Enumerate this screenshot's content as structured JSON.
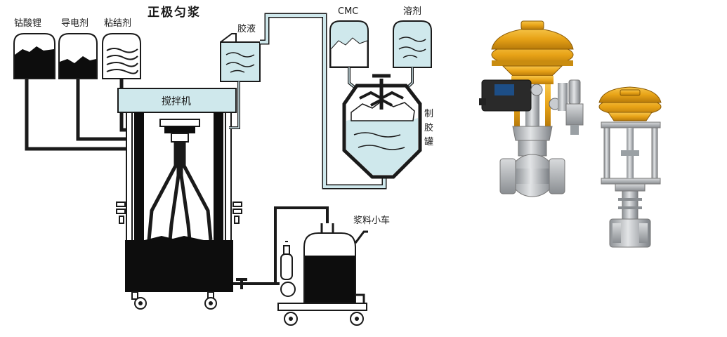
{
  "diagram": {
    "title": "正极匀浆",
    "hoppers": [
      {
        "label": "钴酸锂"
      },
      {
        "label": "导电剂"
      },
      {
        "label": "粘结剂"
      }
    ],
    "mixer_label": "搅拌机",
    "glue_tank_label": "胶液",
    "cmc_label": "CMC",
    "solvent_label": "溶剂",
    "glue_vessel_label": [
      "制",
      "胶",
      "罐"
    ],
    "cart_label": "浆料小车"
  },
  "colors": {
    "fill_light": "#cfe8ec",
    "outline": "#1a1a1a",
    "slurry": "#0d0d0d",
    "valve_actuator": "#e8a317",
    "valve_body": "#b9bcbf",
    "positioner": "#2a2a2a"
  },
  "photo": {
    "items": [
      {
        "name": "control-valve-with-positioner"
      },
      {
        "name": "control-valve-extended-bonnet"
      }
    ]
  }
}
